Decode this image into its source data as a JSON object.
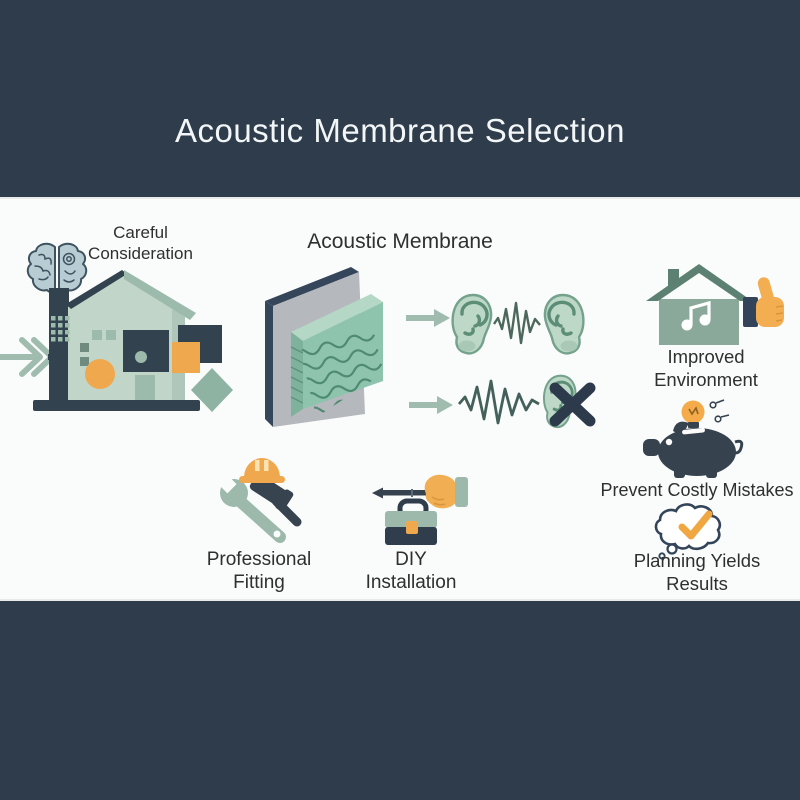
{
  "title": "Acoustic Membrane Selection",
  "palette": {
    "band_dark": "#2e3c4b",
    "panel_white": "#fafbfb",
    "sage": "#9dbbac",
    "sage_light": "#c1d5c9",
    "orange": "#f0a84e",
    "icon_dark": "#33424f",
    "text": "#2f2f2f"
  },
  "sections": {
    "consideration": {
      "line1": "Careful",
      "line2": "Consideration"
    },
    "membrane": {
      "label": "Acoustic Membrane"
    },
    "benefits": [
      {
        "line1": "Improved",
        "line2": "Environment"
      },
      {
        "line1": "Prevent Costly Mistakes"
      },
      {
        "line1": "Planning Yields",
        "line2": "Results"
      }
    ],
    "methods": [
      {
        "line1": "Professional",
        "line2": "Fitting"
      },
      {
        "line1": "DIY",
        "line2": "Installation"
      }
    ]
  }
}
